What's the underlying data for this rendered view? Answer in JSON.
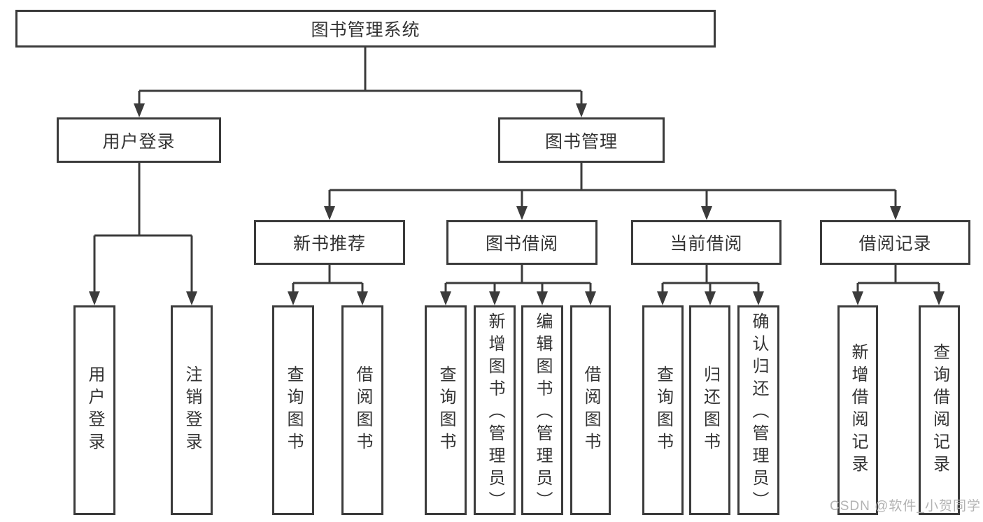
{
  "tree": {
    "root": {
      "label": "图书管理系统"
    },
    "children": [
      {
        "label": "用户登录",
        "children": [
          {
            "label": "用户登录"
          },
          {
            "label": "注销登录"
          }
        ]
      },
      {
        "label": "图书管理",
        "children": [
          {
            "label": "新书推荐",
            "children": [
              {
                "label": "查询图书"
              },
              {
                "label": "借阅图书"
              }
            ]
          },
          {
            "label": "图书借阅",
            "children": [
              {
                "label": "查询图书"
              },
              {
                "label": "新增图书（管理员）"
              },
              {
                "label": "编辑图书（管理员）"
              },
              {
                "label": "借阅图书"
              }
            ]
          },
          {
            "label": "当前借阅",
            "children": [
              {
                "label": "查询图书"
              },
              {
                "label": "归还图书"
              },
              {
                "label": "确认归还（管理员）"
              }
            ]
          },
          {
            "label": "借阅记录",
            "children": [
              {
                "label": "新增借阅记录"
              },
              {
                "label": "查询借阅记录"
              }
            ]
          }
        ]
      }
    ]
  },
  "watermark": {
    "text": "CSDN @软件_小贺同学"
  },
  "colors": {
    "line": "#3b3b3b",
    "text": "#333333",
    "watermark": "#b3b3b3",
    "background": "#ffffff"
  }
}
